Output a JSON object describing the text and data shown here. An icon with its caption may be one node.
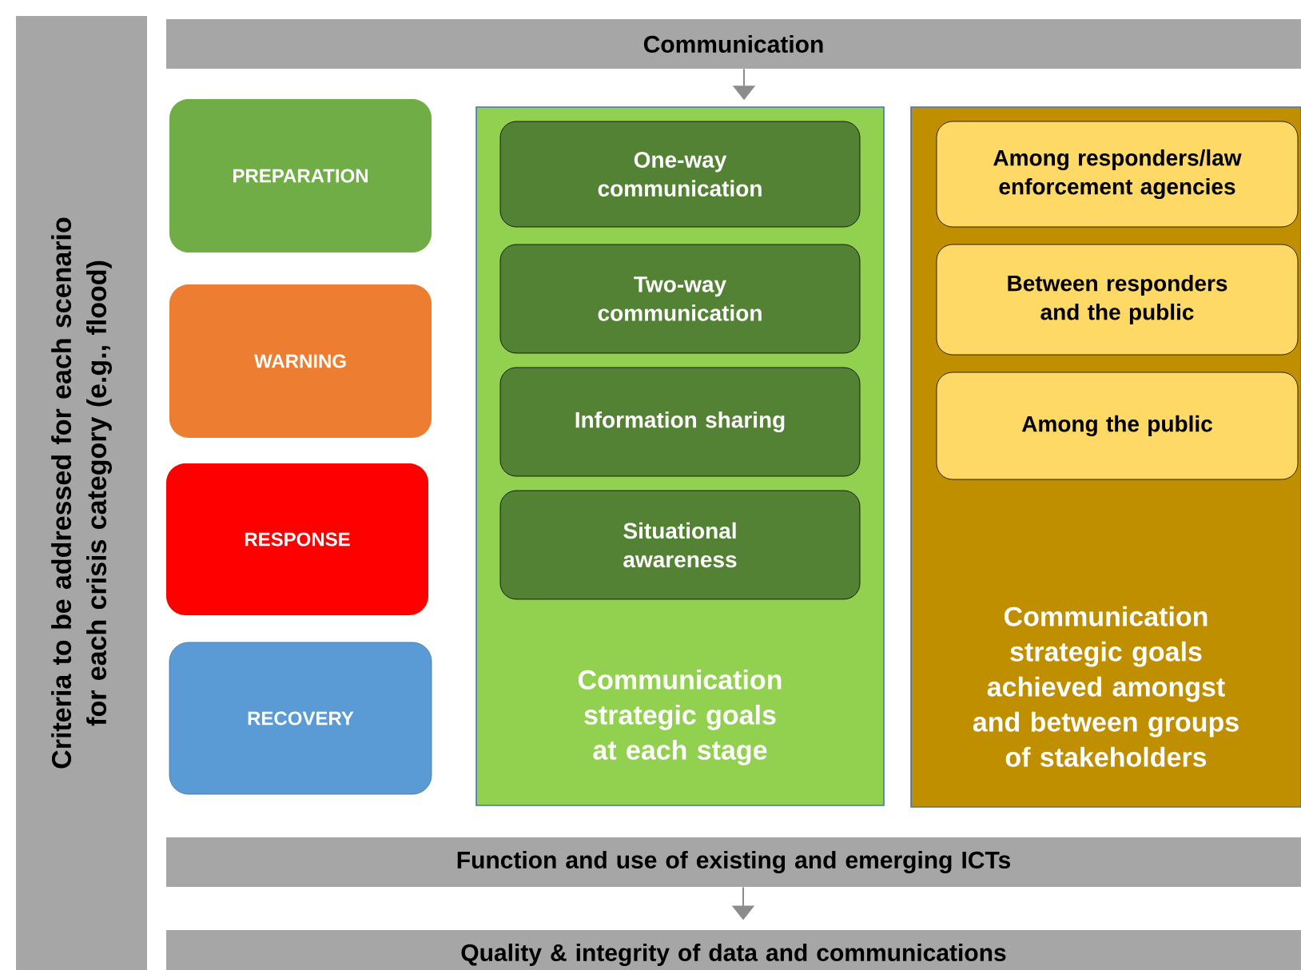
{
  "diagram": {
    "nodes": [
      {
        "text": [
          "Criteria to be addressed for each scenario for each crisis category (e.g., flood)"
        ]
      },
      {
        "text": [
          "Communication"
        ]
      },
      {
        "text": [
          "PREPARATION"
        ]
      },
      {
        "text": [
          "WARNING"
        ]
      },
      {
        "text": [
          "RESPONSE"
        ]
      },
      {
        "text": [
          "RECOVERY"
        ]
      },
      {
        "text": [
          "Communication strategic goals at each stage"
        ]
      },
      {
        "text": [
          "One-way communication"
        ],
        "in": 6
      },
      {
        "text": [
          "Two-way communication"
        ],
        "in": 6
      },
      {
        "text": [
          "Information sharing"
        ],
        "in": 6
      },
      {
        "text": [
          "Situational awareness"
        ],
        "in": 6
      },
      {
        "text": [
          "Communication strategic goals achieved amongst and between groups of stakeholders"
        ]
      },
      {
        "text": [
          "Among responders/law enforcement agencies"
        ],
        "in": 11
      },
      {
        "text": [
          "Between responders and the public"
        ],
        "in": 11
      },
      {
        "text": [
          "Among the public"
        ],
        "in": 11
      },
      {
        "text": [
          "Function and use of existing and emerging ICTs"
        ]
      },
      {
        "text": [
          "Quality & integrity of data and communications"
        ]
      }
    ],
    "edges": [
      {
        "from": 1,
        "to": 6,
        "arrow": "to"
      },
      {
        "from": 15,
        "to": 16,
        "arrow": "to"
      }
    ]
  }
}
